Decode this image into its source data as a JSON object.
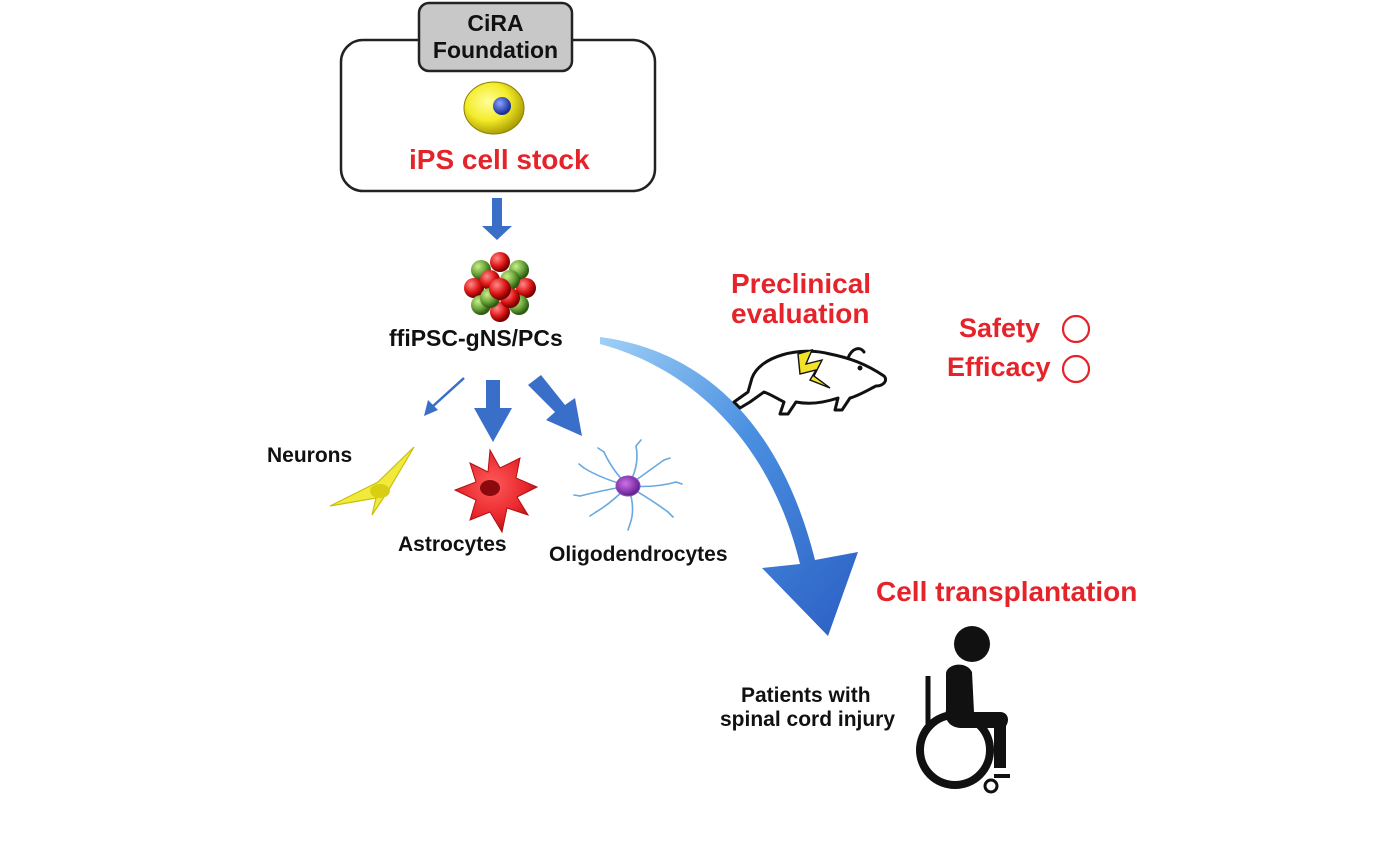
{
  "diagram": {
    "source_tab": {
      "line1": "CiRA",
      "line2": "Foundation"
    },
    "source_box": {
      "label": "iPS cell stock"
    },
    "progenitor": {
      "label": "ffiPSC-gNS/PCs"
    },
    "cell_types": {
      "neurons": "Neurons",
      "astrocytes": "Astrocytes",
      "oligodendrocytes": "Oligodendrocytes"
    },
    "preclinical": {
      "line1": "Preclinical",
      "line2": "evaluation",
      "safety": "Safety",
      "efficacy": "Efficacy"
    },
    "transplant": {
      "label": "Cell transplantation"
    },
    "patients": {
      "line1": "Patients with",
      "line2": "spinal cord injury"
    }
  },
  "colors": {
    "accent_red": "#e4242a",
    "arrow_blue": "#3a6fc9",
    "neuron_yellow": "#f2ea3a",
    "astrocyte_red": "#e8262b",
    "oligo_blue": "#6aa9df",
    "tab_gray": "#c8c8c8"
  },
  "icons": [
    "ips-cell-icon",
    "neurosphere-icon",
    "neuron-icon",
    "astrocyte-icon",
    "oligodendrocyte-icon",
    "mouse-icon",
    "lightning-icon",
    "wheelchair-icon"
  ]
}
